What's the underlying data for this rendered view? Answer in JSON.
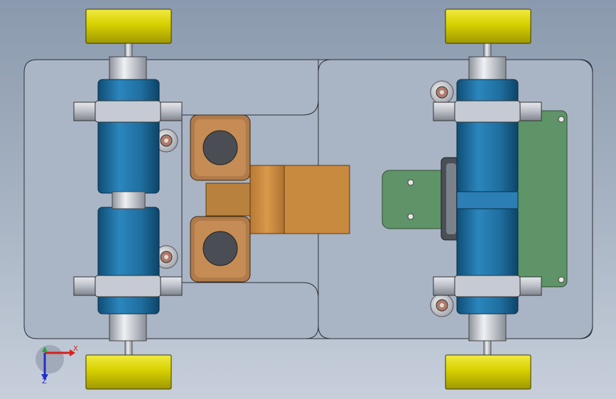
{
  "view": {
    "title": "",
    "background_top": "#8a99ad",
    "background_bottom": "#c7cfdb"
  },
  "triad": {
    "x_label": "X",
    "z_label": "Z",
    "x_color": "#d62020",
    "y_color": "#22a83a",
    "z_color": "#2030c8"
  },
  "colors": {
    "wheel": "#d7d000",
    "motor": "#1f6fa0",
    "shaft": "#c8ccd4",
    "bracket": "#b8bcc4",
    "chassis": "#a9b4c4",
    "board": "#5f9368",
    "servo_body": "#c98a3c",
    "bearing": "#b07a4a"
  },
  "parts": [
    "wheel-front-left",
    "wheel-front-right",
    "wheel-rear-left",
    "wheel-rear-right",
    "motor-left-upper",
    "motor-left-lower",
    "motor-right-upper",
    "motor-right-lower",
    "chassis-plate",
    "servo-assembly",
    "circuit-board",
    "caster-bearings"
  ]
}
